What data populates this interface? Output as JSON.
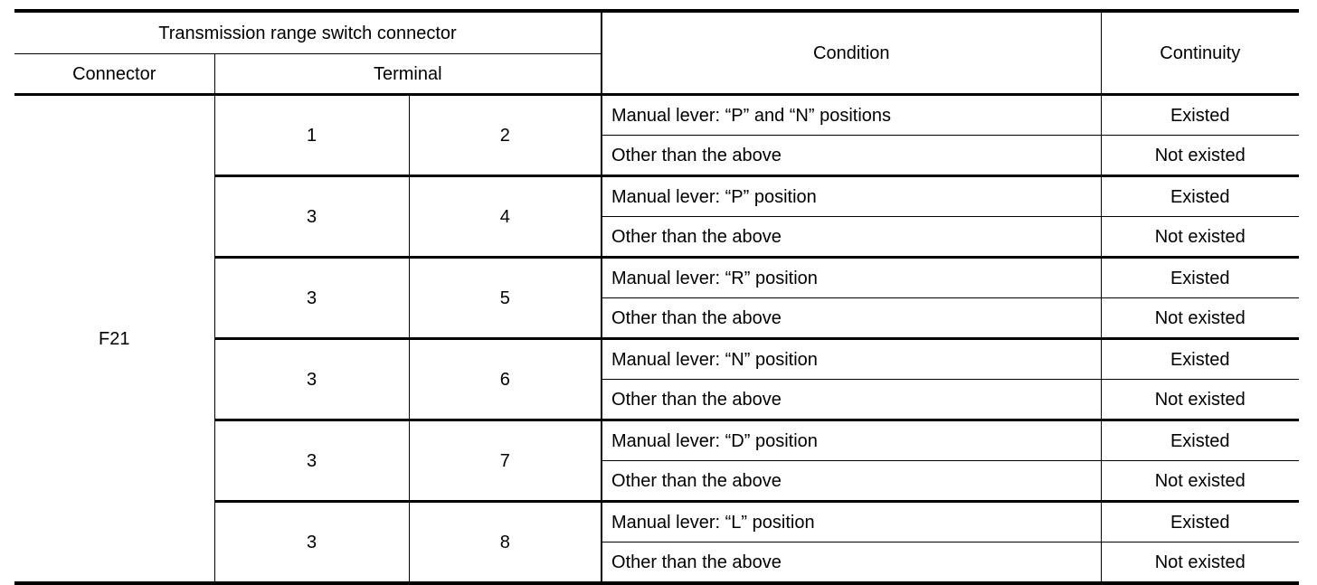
{
  "table": {
    "headers": {
      "group_left": "Transmission range switch connector",
      "connector": "Connector",
      "terminal": "Terminal",
      "condition": "Condition",
      "continuity": "Continuity"
    },
    "connector_value": "F21",
    "groups": [
      {
        "terminal_a": "1",
        "terminal_b": "2",
        "rows": [
          {
            "condition": "Manual lever: “P” and “N” positions",
            "continuity": "Existed"
          },
          {
            "condition": "Other than the above",
            "continuity": "Not existed"
          }
        ]
      },
      {
        "terminal_a": "3",
        "terminal_b": "4",
        "rows": [
          {
            "condition": "Manual lever: “P” position",
            "continuity": "Existed"
          },
          {
            "condition": "Other than the above",
            "continuity": "Not existed"
          }
        ]
      },
      {
        "terminal_a": "3",
        "terminal_b": "5",
        "rows": [
          {
            "condition": "Manual lever: “R” position",
            "continuity": "Existed"
          },
          {
            "condition": "Other than the above",
            "continuity": "Not existed"
          }
        ]
      },
      {
        "terminal_a": "3",
        "terminal_b": "6",
        "rows": [
          {
            "condition": "Manual lever: “N” position",
            "continuity": "Existed"
          },
          {
            "condition": "Other than the above",
            "continuity": "Not existed"
          }
        ]
      },
      {
        "terminal_a": "3",
        "terminal_b": "7",
        "rows": [
          {
            "condition": "Manual lever: “D” position",
            "continuity": "Existed"
          },
          {
            "condition": "Other than the above",
            "continuity": "Not existed"
          }
        ]
      },
      {
        "terminal_a": "3",
        "terminal_b": "8",
        "rows": [
          {
            "condition": "Manual lever: “L” position",
            "continuity": "Existed"
          },
          {
            "condition": "Other than the above",
            "continuity": "Not existed"
          }
        ]
      }
    ]
  },
  "colors": {
    "rule": "#000000",
    "text": "#000000",
    "background": "#ffffff"
  }
}
